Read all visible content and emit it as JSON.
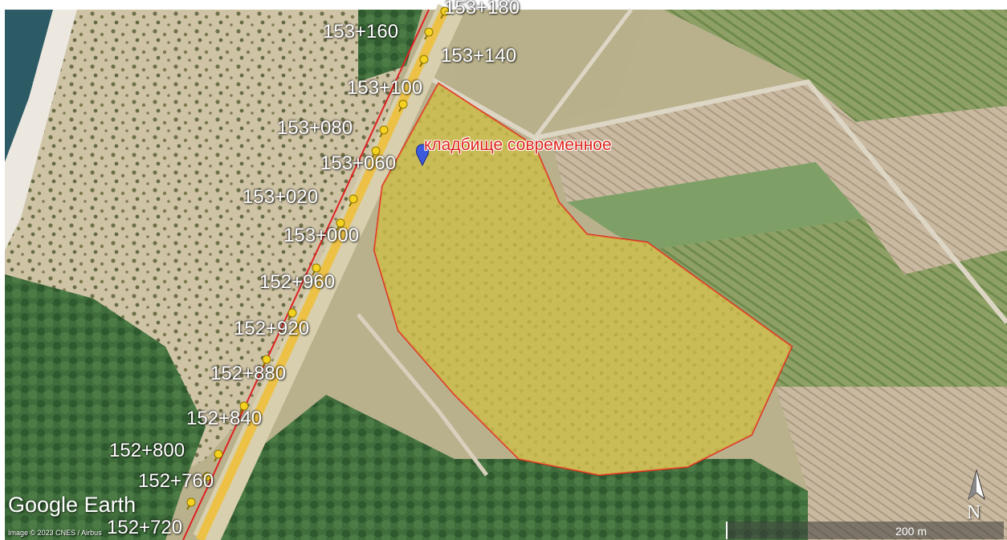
{
  "map": {
    "chainage_labels": [
      {
        "text": "153+180"
      },
      {
        "text": "153+160"
      },
      {
        "text": "153+140"
      },
      {
        "text": "153+100"
      },
      {
        "text": "153+080"
      },
      {
        "text": "153+060"
      },
      {
        "text": "153+020"
      },
      {
        "text": "153+000"
      },
      {
        "text": "152+960"
      },
      {
        "text": "152+920"
      },
      {
        "text": "152+880"
      },
      {
        "text": "152+840"
      },
      {
        "text": "152+800"
      },
      {
        "text": "152+760"
      },
      {
        "text": "152+720"
      }
    ],
    "poi_label": "кладбище современное",
    "poi_color": "#e0241c",
    "area_fill": "#d4c64a",
    "area_outline": "#e02020",
    "route_color": "#e02020",
    "pin_icon": "yellow-pushpin-icon",
    "placemark_icon": "blue-placemark-icon"
  },
  "branding": {
    "logo": "Google Earth",
    "credit": "Image © 2023 CNES / Airbus"
  },
  "scale": {
    "label": "200 m"
  },
  "compass": {
    "letter": "N"
  }
}
